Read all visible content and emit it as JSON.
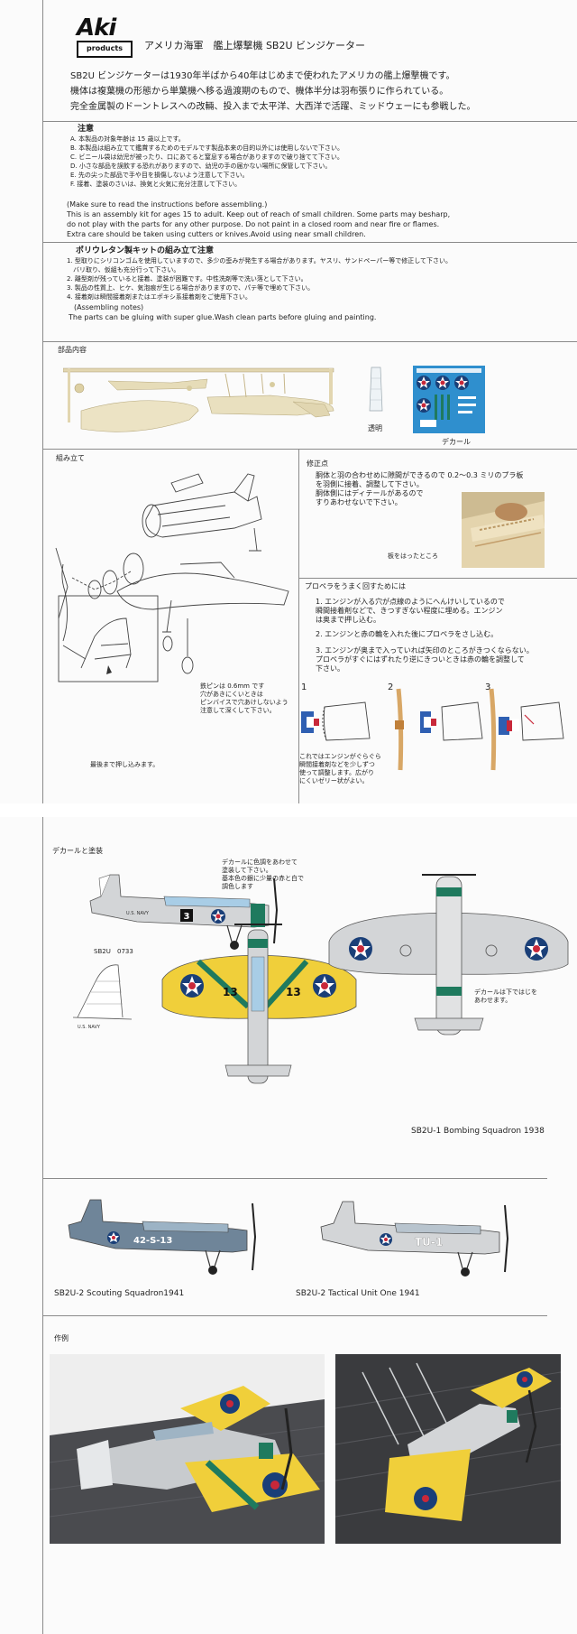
{
  "header": {
    "logo_main": "Aki",
    "logo_sub": "products",
    "title": "アメリカ海軍　艦上爆撃機 SB2U ビンジケーター",
    "intro": [
      "SB2U ビンジケーターは1930年半ばから40年はじめまで使われたアメリカの艦上爆撃機です。",
      "機体は複葉機の形態から単葉機へ移る過渡期のもので、機体半分は羽布張りに作られている。",
      "完全金属製のドーントレスへの改輛、投入まで太平洋、大西洋で活躍、ミッドウェーにも参戦した。"
    ]
  },
  "cautions": {
    "heading": "注意",
    "items": [
      "A. 本製品の対象年齢は 15 歳以上です。",
      "B. 本製品は組み立てて鑑賞するためのモデルです製品本来の目的以外には使用しないで下さい。",
      "C. ビニール袋は幼児が被ったり、口にあてると窒息する場合がありますので破り捨てて下さい。",
      "D. 小さな部品を誤飲する恐れがありますので、幼児の手の届かない場所に保管して下さい。",
      "E. 先の尖った部品で手や目を損傷しないよう注意して下さい。",
      "F. 接着、塗装のさいは、換気と火気に充分注意して下さい。"
    ],
    "english": [
      "(Make sure to read the instructions before assembling.)",
      " This is an assembly kit for ages 15 to adult. Keep out of reach of small children. Some   parts may besharp,",
      "do not play with the parts for any other purpose. Do not paint in a closed room and near fire or flames.",
      " Extra care should be taken using cutters or knives.Avoid using near small children."
    ]
  },
  "assembly_kit": {
    "heading": "ポリウレタン製キットの組み立て注意",
    "items": [
      "1. 型取りにシリコンゴムを使用していますので、多少の歪みが発生する場合があります。ヤスリ、サンドペーパー等で修正して下さい。",
      "　バリ取り、仮組も充分行って下さい。",
      "2. 離型剤が残っていると接着、塗装が困難です。中性洗剤等で洗い落として下さい。",
      "3. 製品の性質上、ヒケ、気泡痕が生じる場合がありますので、パテ等で埋めて下さい。",
      "4. 接着剤は瞬間接着剤またはエポキシ系接着剤をご使用下さい。"
    ],
    "notes_heading": "(Assembling notes)",
    "notes": "The parts can be gluing with super glue.Wash clean parts before gluing and painting."
  },
  "parts": {
    "heading": "部品内容",
    "clear_label": "透明",
    "decal_label": "デカール"
  },
  "assembly": {
    "heading": "組み立て",
    "wire_note": [
      "鉄ピンは 0.6mm です",
      "穴があきにくいときは",
      "ピンバイスで穴あけしないよう",
      "注意して深くして下さい。"
    ],
    "push_note": "最後まで押し込みます。"
  },
  "correction": {
    "heading": "修正点",
    "lines": [
      "胴体と羽の合わせめに隙間ができるので 0.2～0.3 ミリのプラ板",
      "を羽側に接着、調整して下さい。",
      "胴体側にはディテールがあるので",
      "すりあわせないで下さい。"
    ],
    "photo_label": "板をはったところ"
  },
  "propeller": {
    "heading": "プロペラをうまく回すためには",
    "steps": [
      "1. エンジンが入る穴が点線のようにへんけいしているので",
      "瞬間接着剤などで、きつすぎない程度に埋める。エンジン",
      "は奥まで押し込む。",
      "2. エンジンと赤の輪を入れた後にプロペラをさし込む。",
      "3. エンジンが奥まで入っていれば矢印のところがきつくならない。",
      "プロペラがすぐにはずれたり逆にきついときは赤の輪を調整して",
      "下さい。"
    ],
    "num1": "1",
    "num2": "2",
    "num3": "3",
    "bottom_note": [
      "これではエンジンがぐらぐら",
      "瞬間接着剤などを少しずつ",
      "使って調整します。広がり",
      "にくいゼリー状がよい。"
    ]
  },
  "decal": {
    "heading": "デカールと塗装",
    "note_top": [
      "デカールに色調をあわせて",
      "塗装して下さい。",
      "基本色の銀に少量の赤と白で",
      "調色します"
    ],
    "note_right": [
      "デカールは下ではじを",
      "あわせます。"
    ],
    "code_a": "SB2U",
    "code_b": "0733",
    "navy_label": "U.S. NAVY",
    "side_code": "3",
    "wing_code": "13",
    "caption_main": "SB2U-1 Bombing Squadron 1938",
    "caption_blue": "SB2U-2 Scouting Squadron1941",
    "caption_grey": "SB2U-2 Tactical Unit One 1941",
    "blue_code": "42-S-13",
    "grey_code": "TU-1"
  },
  "examples": {
    "heading": "作例"
  },
  "colors": {
    "line": "#8a8a8a",
    "resin": "#e9dfbe",
    "yellow": "#f0cf3a",
    "navy_blue": "#1a3f78",
    "red": "#c8283a",
    "green": "#1f7a5e",
    "sky": "#a8cde6",
    "silver": "#d3d5d7",
    "blue_grey": "#6f8599",
    "decal_blue": "#2f8fce"
  }
}
